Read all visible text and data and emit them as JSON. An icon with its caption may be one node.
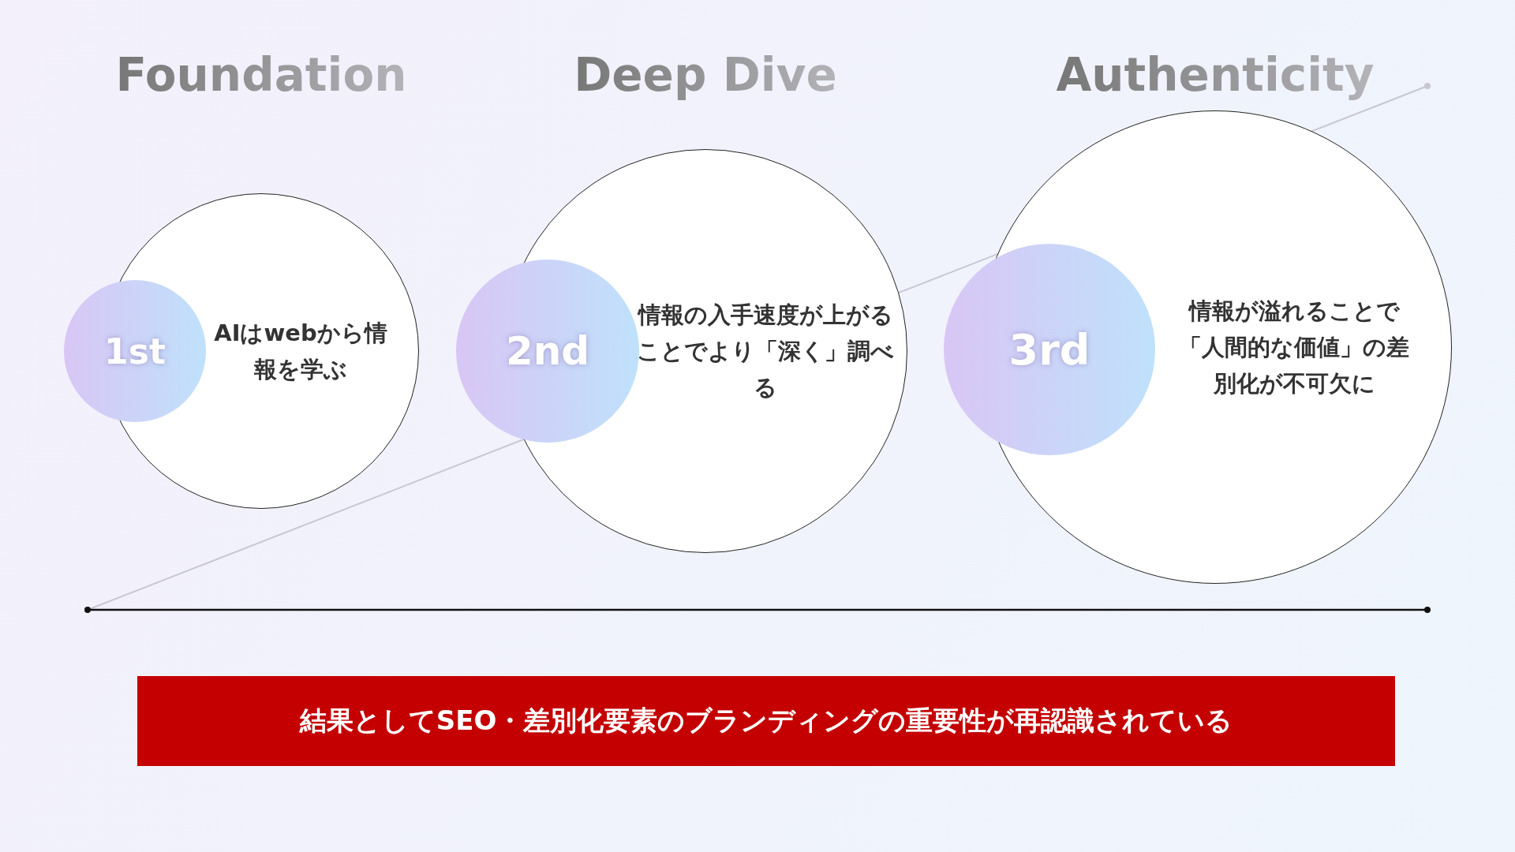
{
  "diagram": {
    "nodes": [
      {
        "text": [
          "Foundation",
          "AIはwebから情報を学ぶ"
        ]
      },
      {
        "text": [
          "1st"
        ]
      },
      {
        "text": [
          "Deep Dive",
          "情報の入手速度が上がることでより「深く」調べる"
        ]
      },
      {
        "text": [
          "2nd"
        ]
      },
      {
        "text": [
          "Authenticity",
          "情報が溢れることで「人間的な価値」の差別化が不可欠に"
        ]
      },
      {
        "text": [
          "3rd"
        ]
      },
      {
        "text": [
          "結果としてSEO・差別化要素のブランディングの重要性が再認識されている"
        ]
      }
    ],
    "edges": []
  }
}
